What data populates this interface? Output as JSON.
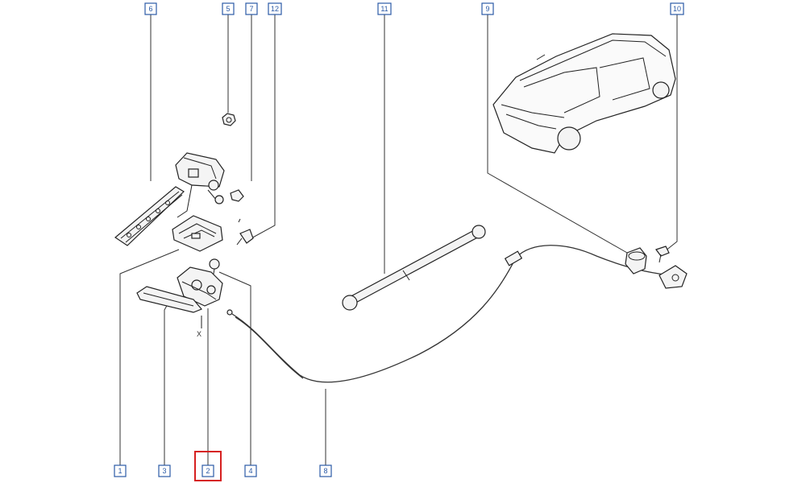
{
  "callouts": [
    {
      "id": "c1",
      "label": "1"
    },
    {
      "id": "c2",
      "label": "2"
    },
    {
      "id": "c3",
      "label": "3"
    },
    {
      "id": "c4",
      "label": "4"
    },
    {
      "id": "c5",
      "label": "5"
    },
    {
      "id": "c6",
      "label": "6"
    },
    {
      "id": "c7",
      "label": "7"
    },
    {
      "id": "c8",
      "label": "8"
    },
    {
      "id": "c9",
      "label": "9"
    },
    {
      "id": "c10",
      "label": "10"
    },
    {
      "id": "c11",
      "label": "11"
    },
    {
      "id": "c12",
      "label": "12"
    }
  ],
  "selected_callout": "2",
  "highlight_color": "#d62020",
  "callout_color": "#2b5aa6",
  "marker_x": "X"
}
